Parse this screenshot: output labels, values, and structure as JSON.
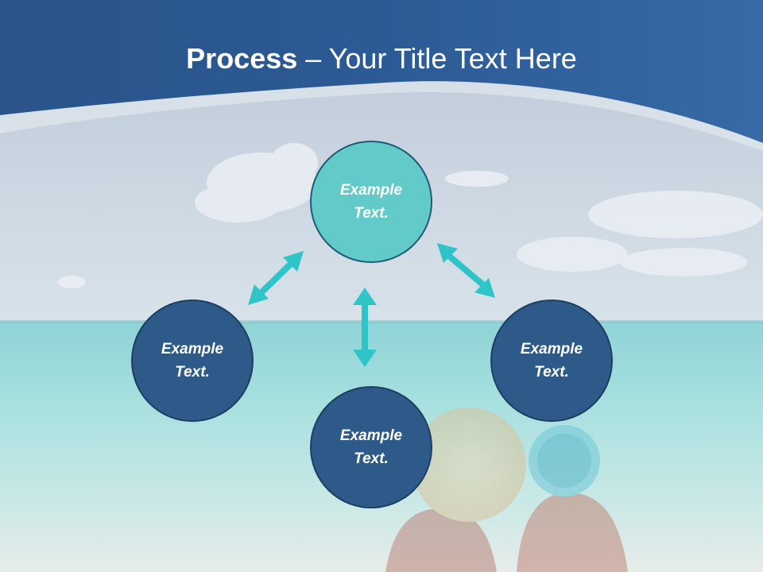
{
  "slide": {
    "title_bold": "Process",
    "title_rest": " – Your Title Text Here"
  },
  "nodes": {
    "top": "Example\nText.",
    "left": "Example\nText.",
    "right": "Example\nText.",
    "bottom": "Example\nText."
  },
  "colors": {
    "header_blue": "#2d5a92",
    "circle_teal": "#62cbc9",
    "circle_navy": "#2e5a8a",
    "arrow_teal": "#2fc4c8"
  }
}
